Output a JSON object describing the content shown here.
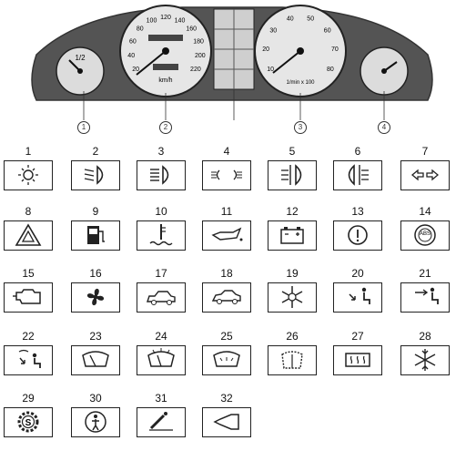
{
  "dashboard": {
    "speedometer_ticks": [
      "20",
      "40",
      "60",
      "80",
      "100",
      "120",
      "140",
      "160",
      "180",
      "200",
      "220"
    ],
    "speedometer_unit": "km/h",
    "tachometer_ticks": [
      "10",
      "20",
      "30",
      "40",
      "50",
      "60",
      "70",
      "80"
    ],
    "tachometer_unit": "1/min x 100",
    "fuel_gauge_label": "1/2",
    "callouts": [
      "1",
      "2",
      "3",
      "4"
    ]
  },
  "indicators": [
    {
      "number": "1",
      "icon": "light-icon"
    },
    {
      "number": "2",
      "icon": "low-beam-icon"
    },
    {
      "number": "3",
      "icon": "high-beam-icon"
    },
    {
      "number": "4",
      "icon": "side-light-icon"
    },
    {
      "number": "5",
      "icon": "rear-fog-light-icon"
    },
    {
      "number": "6",
      "icon": "front-fog-light-icon"
    },
    {
      "number": "7",
      "icon": "turn-signal-icon"
    },
    {
      "number": "8",
      "icon": "hazard-icon"
    },
    {
      "number": "9",
      "icon": "fuel-icon"
    },
    {
      "number": "10",
      "icon": "coolant-temp-icon"
    },
    {
      "number": "11",
      "icon": "oil-pressure-icon"
    },
    {
      "number": "12",
      "icon": "battery-icon"
    },
    {
      "number": "13",
      "icon": "brake-icon"
    },
    {
      "number": "14",
      "icon": "abs-icon",
      "text": "ABS"
    },
    {
      "number": "15",
      "icon": "engine-check-icon"
    },
    {
      "number": "16",
      "icon": "fan-icon"
    },
    {
      "number": "17",
      "icon": "car-icon"
    },
    {
      "number": "18",
      "icon": "car-alt-icon"
    },
    {
      "number": "19",
      "icon": "air-conditioning-icon"
    },
    {
      "number": "20",
      "icon": "footwell-air-icon"
    },
    {
      "number": "21",
      "icon": "face-air-icon"
    },
    {
      "number": "22",
      "icon": "defrost-foot-air-icon"
    },
    {
      "number": "23",
      "icon": "wiper-icon"
    },
    {
      "number": "24",
      "icon": "washer-wiper-icon"
    },
    {
      "number": "25",
      "icon": "rear-washer-icon"
    },
    {
      "number": "26",
      "icon": "hood-open-icon"
    },
    {
      "number": "27",
      "icon": "rear-defrost-icon"
    },
    {
      "number": "28",
      "icon": "snowflake-icon"
    },
    {
      "number": "29",
      "icon": "service-gear-icon"
    },
    {
      "number": "30",
      "icon": "seatbelt-icon"
    },
    {
      "number": "31",
      "icon": "cigarette-lighter-icon"
    },
    {
      "number": "32",
      "icon": "horn-icon"
    }
  ]
}
